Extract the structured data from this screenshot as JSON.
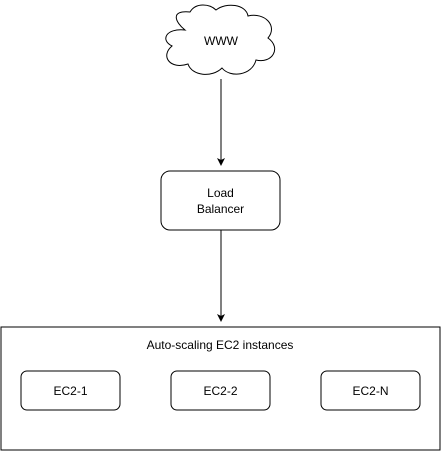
{
  "diagram": {
    "internet": {
      "label": "WWW",
      "shape": "cloud"
    },
    "load_balancer": {
      "label_line1": "Load",
      "label_line2": "Balancer"
    },
    "group": {
      "title": "Auto-scaling EC2 instances",
      "instances": [
        "EC2-1",
        "EC2-2",
        "EC2-N"
      ]
    },
    "edges": [
      {
        "from": "WWW",
        "to": "Load Balancer"
      },
      {
        "from": "Load Balancer",
        "to": "Auto-scaling EC2 instances"
      }
    ],
    "colors": {
      "stroke": "#000000",
      "fill": "#ffffff",
      "text": "#000000"
    }
  }
}
